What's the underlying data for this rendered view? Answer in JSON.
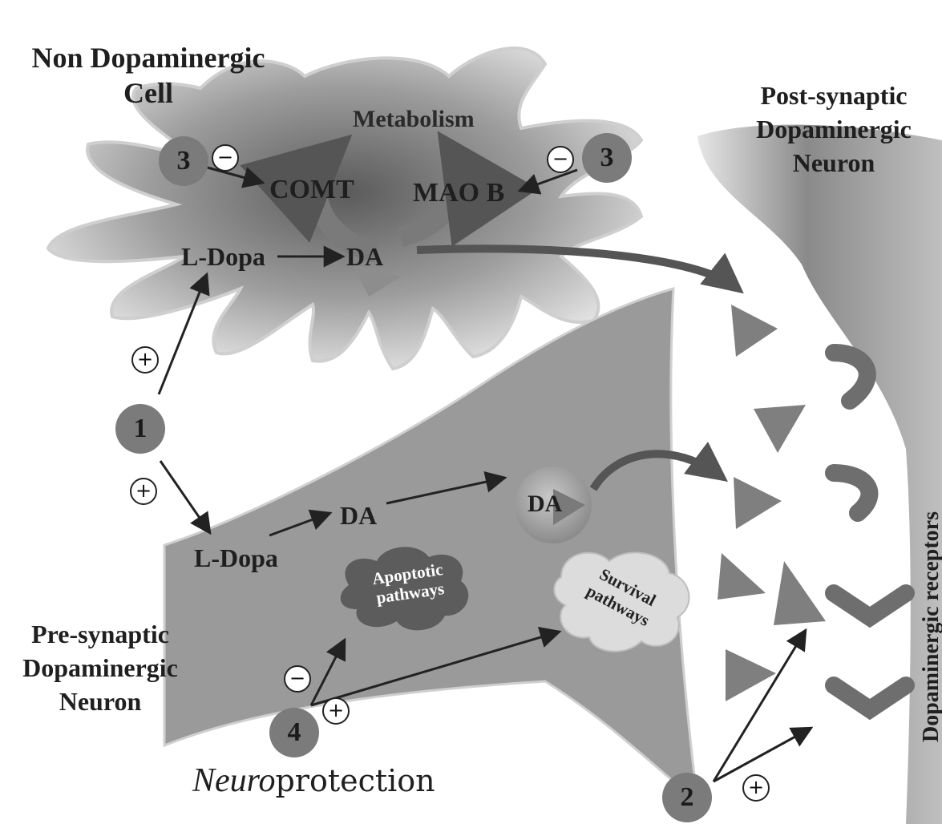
{
  "labels": {
    "non_da_cell": "Non Dopaminergic Cell",
    "post_synaptic": "Post-synaptic Dopaminergic Neuron",
    "pre_synaptic": "Pre-synaptic Dopaminergic Neuron",
    "metabolism": "Metabolism",
    "comt": "COMT",
    "mao_b": "MAO B",
    "ldopa_top": "L-Dopa",
    "da_top": "DA",
    "ldopa_bottom": "L-Dopa",
    "da_mid": "DA",
    "da_vesicle": "DA",
    "apoptotic": "Apoptotic pathways",
    "survival": "Survival pathways",
    "receptors": "Dopaminergic receptors",
    "neuroprotection_italic": "Neuro",
    "neuroprotection_rest": "protection"
  },
  "markers": {
    "one": "1",
    "two": "2",
    "three_left": "3",
    "three_right": "3",
    "four": "4"
  },
  "signs": {
    "plus": "+",
    "minus": "−"
  },
  "colors": {
    "cell_fill": "#9a9a9a",
    "arrow_dark": "#555555",
    "marker_fill": "#7b7b7b",
    "apoptotic_cloud": "#5c5c5c",
    "survival_cloud": "#dddddd"
  }
}
